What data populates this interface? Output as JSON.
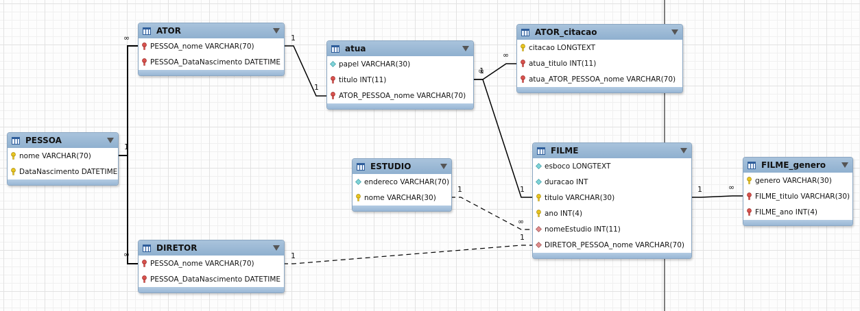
{
  "tables": {
    "ator": {
      "title": "ATOR",
      "columns": [
        {
          "name": "PESSOA_nome VARCHAR(70)",
          "icon": "foreign-key-icon"
        },
        {
          "name": "PESSOA_DataNascimento DATETIME",
          "icon": "foreign-key-icon"
        }
      ]
    },
    "atua": {
      "title": "atua",
      "columns": [
        {
          "name": "papel VARCHAR(30)",
          "icon": "column-icon"
        },
        {
          "name": "titulo INT(11)",
          "icon": "foreign-key-icon"
        },
        {
          "name": "ATOR_PESSOA_nome VARCHAR(70)",
          "icon": "foreign-key-icon"
        }
      ]
    },
    "ator_citacao": {
      "title": "ATOR_citacao",
      "columns": [
        {
          "name": "citacao LONGTEXT",
          "icon": "primary-key-icon"
        },
        {
          "name": "atua_titulo INT(11)",
          "icon": "foreign-key-icon"
        },
        {
          "name": "atua_ATOR_PESSOA_nome VARCHAR(70)",
          "icon": "foreign-key-icon"
        }
      ]
    },
    "pessoa": {
      "title": "PESSOA",
      "columns": [
        {
          "name": "nome VARCHAR(70)",
          "icon": "primary-key-icon"
        },
        {
          "name": "DataNascimento DATETIME",
          "icon": "primary-key-icon"
        }
      ]
    },
    "estudio": {
      "title": "ESTUDIO",
      "columns": [
        {
          "name": "endereco VARCHAR(70)",
          "icon": "column-icon"
        },
        {
          "name": "nome VARCHAR(30)",
          "icon": "primary-key-icon"
        }
      ]
    },
    "filme": {
      "title": "FILME",
      "columns": [
        {
          "name": "esboco LONGTEXT",
          "icon": "column-icon"
        },
        {
          "name": "duracao INT",
          "icon": "column-icon"
        },
        {
          "name": "titulo VARCHAR(30)",
          "icon": "primary-key-icon"
        },
        {
          "name": "ano INT(4)",
          "icon": "primary-key-icon"
        },
        {
          "name": "nomeEstudio INT(11)",
          "icon": "foreign-column-icon"
        },
        {
          "name": "DIRETOR_PESSOA_nome VARCHAR(70)",
          "icon": "foreign-column-icon"
        }
      ]
    },
    "filme_genero": {
      "title": "FILME_genero",
      "columns": [
        {
          "name": "genero VARCHAR(30)",
          "icon": "primary-key-icon"
        },
        {
          "name": "FILME_titulo VARCHAR(30)",
          "icon": "foreign-key-icon"
        },
        {
          "name": "FILME_ano INT(4)",
          "icon": "foreign-key-icon"
        }
      ]
    },
    "diretor": {
      "title": "DIRETOR",
      "columns": [
        {
          "name": "PESSOA_nome VARCHAR(70)",
          "icon": "foreign-key-icon"
        },
        {
          "name": "PESSOA_DataNascimento DATETIME",
          "icon": "foreign-key-icon"
        }
      ]
    }
  },
  "cardinality": {
    "one": "1",
    "many": "∞"
  },
  "colors": {
    "header": "#9dbad7",
    "primary_key": "#e8c521",
    "foreign_key": "#d9534f",
    "column": "#7fd3d8",
    "foreign_column": "#e08c8c"
  }
}
